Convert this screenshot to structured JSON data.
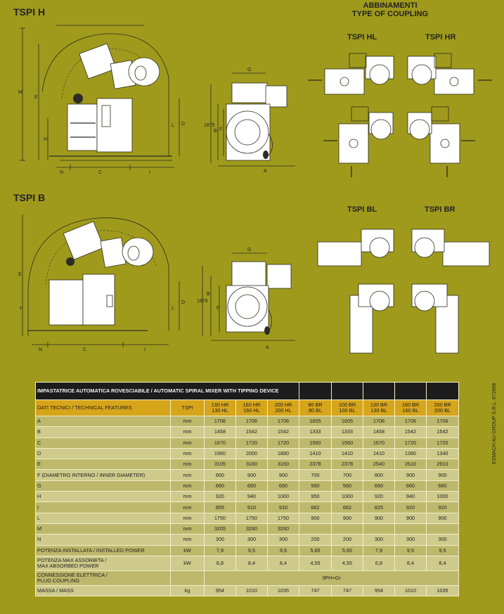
{
  "headings": {
    "tspi_h": "TSPI H",
    "tspi_b": "TSPI B",
    "abbinamenti_it": "ABBINAMENTI",
    "abbinamenti_en": "TYPE OF COUPLING",
    "tspi_hl": "TSPI HL",
    "tspi_hr": "TSPI HR",
    "tspi_bl": "TSPI BL",
    "tspi_br": "TSPI BR"
  },
  "dim_labels": {
    "M": "M",
    "E": "E",
    "H": "H",
    "L": "L",
    "D": "D",
    "N": "N",
    "C": "C",
    "I": "I",
    "G": "G",
    "F": "F",
    "B": "B",
    "A": "A",
    "h1875": "1875"
  },
  "table": {
    "title": "IMPASTATRICE AUTOMATICA ROVESCIABILE / AUTOMATIC SPIRAL MIXER WITH TIPPING DEVICE",
    "header_label": "DATI TECNICI / TECHNICAL FEATURES",
    "header_model": "TSPI",
    "columns": [
      [
        "130 HR",
        "130 HL"
      ],
      [
        "160 HR",
        "160 HL"
      ],
      [
        "200 HR",
        "200 HL"
      ],
      [
        "80 BR",
        "80 BL"
      ],
      [
        "100 BR",
        "100 BL"
      ],
      [
        "130 BR",
        "130 BL"
      ],
      [
        "160 BR",
        "160 BL"
      ],
      [
        "200 BR",
        "200 BL"
      ]
    ],
    "rows": [
      {
        "label": "A",
        "unit": "mm",
        "values": [
          "1706",
          "1706",
          "1706",
          "1605",
          "1605",
          "1706",
          "1706",
          "1706"
        ]
      },
      {
        "label": "B",
        "unit": "mm",
        "values": [
          "1458",
          "1542",
          "1542",
          "1333",
          "1333",
          "1458",
          "1542",
          "1542"
        ]
      },
      {
        "label": "C",
        "unit": "mm",
        "values": [
          "1670",
          "1720",
          "1720",
          "1560",
          "1560",
          "1670",
          "1720",
          "1720"
        ]
      },
      {
        "label": "D",
        "unit": "mm",
        "values": [
          "1960",
          "2000",
          "1880",
          "1410",
          "1410",
          "1410",
          "1360",
          "1340"
        ]
      },
      {
        "label": "E",
        "unit": "mm",
        "values": [
          "3105",
          "3160",
          "3160",
          "2378",
          "2378",
          "2540",
          "2610",
          "2610"
        ]
      },
      {
        "label": "F (DIAMETRO INTERNO / INNER DIAMETER)",
        "unit": "mm",
        "values": [
          "800",
          "900",
          "900",
          "700",
          "700",
          "800",
          "900",
          "900"
        ]
      },
      {
        "label": "G",
        "unit": "mm",
        "values": [
          "660",
          "660",
          "660",
          "560",
          "560",
          "660",
          "660",
          "660"
        ]
      },
      {
        "label": "H",
        "unit": "mm",
        "values": [
          "920",
          "940",
          "1000",
          "950",
          "1000",
          "920",
          "940",
          "1000"
        ]
      },
      {
        "label": "I",
        "unit": "mm",
        "values": [
          "855",
          "910",
          "910",
          "662",
          "662",
          "825",
          "920",
          "920"
        ]
      },
      {
        "label": "L",
        "unit": "mm",
        "values": [
          "1750",
          "1750",
          "1750",
          "900",
          "900",
          "900",
          "900",
          "900"
        ]
      },
      {
        "label": "M",
        "unit": "mm",
        "values": [
          "3205",
          "3260",
          "3260",
          "",
          "",
          "",
          "",
          ""
        ]
      },
      {
        "label": "N",
        "unit": "mm",
        "values": [
          "300",
          "300",
          "300",
          "200",
          "200",
          "300",
          "300",
          "300"
        ]
      },
      {
        "label": "POTENZA INSTALLATA / INSTALLED POWER",
        "unit": "kW",
        "values": [
          "7,9",
          "9,5",
          "9,5",
          "5,65",
          "5,65",
          "7,9",
          "9,5",
          "9,5"
        ]
      },
      {
        "label": "POTENZA MAX ASSORBITA / MAX ABSORBED POWER",
        "label_lines": [
          "POTENZA MAX ASSORBITA /",
          "MAX ABSORBED POWER"
        ],
        "unit": "kW",
        "values": [
          "6,8",
          "8,4",
          "8,4",
          "4,55",
          "4,55",
          "6,8",
          "8,4",
          "8,4"
        ]
      },
      {
        "label": "CONNESSIONE ELETTRICA / PLUG COUPLING",
        "label_lines": [
          "CONNESSIONE ELETTRICA /",
          "PLUG COUPLING"
        ],
        "unit": "",
        "merged": "3PH+Gr"
      },
      {
        "label": "MASSA / MASS",
        "unit": "kg",
        "values": [
          "954",
          "1010",
          "1035",
          "747",
          "747",
          "954",
          "1010",
          "1035"
        ]
      }
    ]
  },
  "side_note": "ESMACH AU GROUP S.R.L. 872968"
}
